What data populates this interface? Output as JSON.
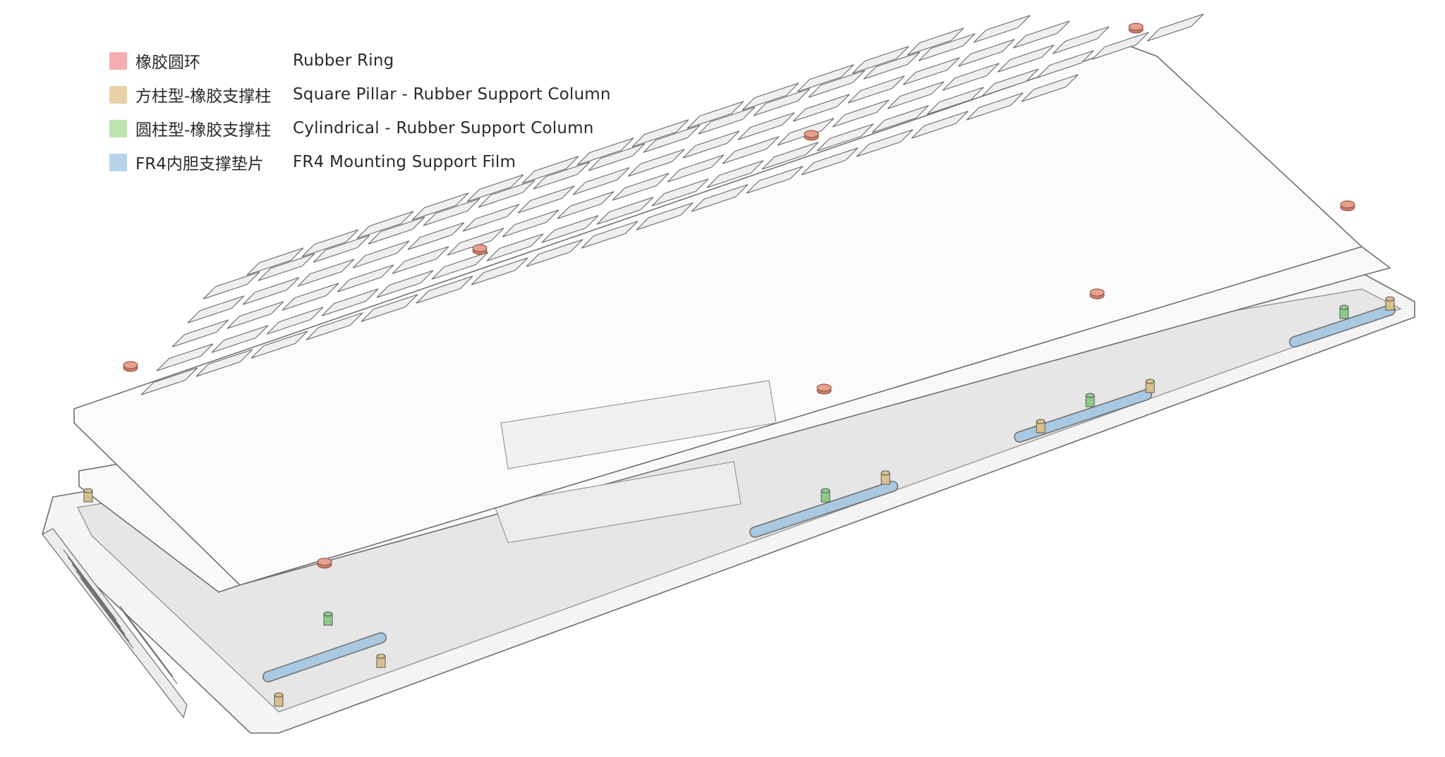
{
  "legend": {
    "items": [
      {
        "cn": "橡胶圆环",
        "en": "Rubber Ring",
        "color": "#f4aeb0"
      },
      {
        "cn": "方柱型-橡胶支撑柱",
        "en": "Square Pillar - Rubber Support Column",
        "color": "#e8d2a8"
      },
      {
        "cn": "圆柱型-橡胶支撑柱",
        "en": "Cylindrical - Rubber Support Column",
        "color": "#bfe3ae"
      },
      {
        "cn": "FR4内胆支撑垫片",
        "en": "FR4 Mounting Support Film",
        "color": "#b6d3ea"
      }
    ]
  },
  "colors": {
    "outline": "#6f6f6f",
    "case_fill": "#f4f4f4",
    "case_inner": "#e2e2e2",
    "plate_fill": "#fbfbfb",
    "rubber_ring": "#c9806e",
    "square_pillar": "#d8c08c",
    "cylinder_pillar": "#8fc98a",
    "fr4_film": "#a9c8e2"
  }
}
